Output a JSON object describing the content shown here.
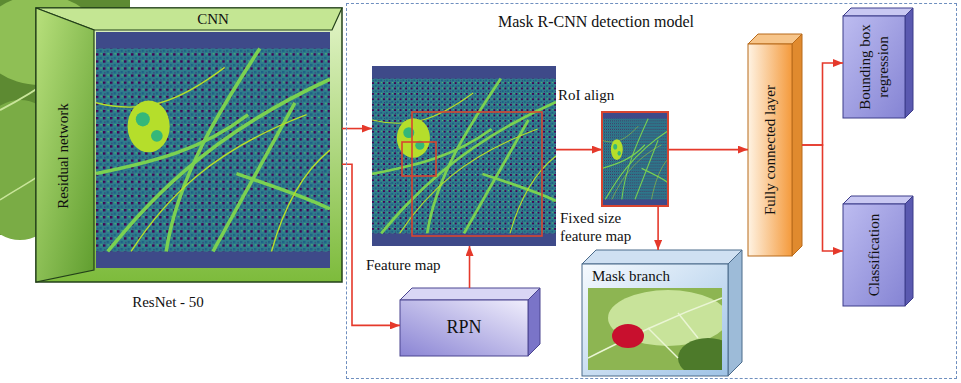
{
  "diagram": {
    "nodes": [
      {
        "text": [
          "CNN",
          "Residual network",
          "ResNet - 50"
        ]
      },
      {
        "text": [
          "Mask R-CNN detection model"
        ]
      },
      {
        "text": [
          "Feature map"
        ],
        "in": 1
      },
      {
        "text": [
          "RoI align",
          "Fixed size feature map"
        ],
        "in": 1
      },
      {
        "text": [
          "RPN"
        ],
        "in": 1
      },
      {
        "text": [
          "Mask branch"
        ],
        "in": 1
      },
      {
        "text": [
          "Fully connected layer"
        ],
        "in": 1
      },
      {
        "text": [
          "Bounding box regression"
        ],
        "in": 1
      },
      {
        "text": [
          "Classification"
        ],
        "in": 1
      }
    ],
    "edges": [
      {
        "from": 0,
        "to": 2,
        "arrow": "to"
      },
      {
        "from": 0,
        "to": 4,
        "arrow": "to"
      },
      {
        "from": 4,
        "to": 2,
        "arrow": "to"
      },
      {
        "from": 2,
        "to": 3,
        "arrow": "to"
      },
      {
        "from": 3,
        "to": 5,
        "arrow": "to"
      },
      {
        "from": 3,
        "to": 6,
        "arrow": "to"
      },
      {
        "from": 6,
        "to": 7,
        "arrow": "to"
      },
      {
        "from": 6,
        "to": 8,
        "arrow": "to"
      }
    ]
  }
}
